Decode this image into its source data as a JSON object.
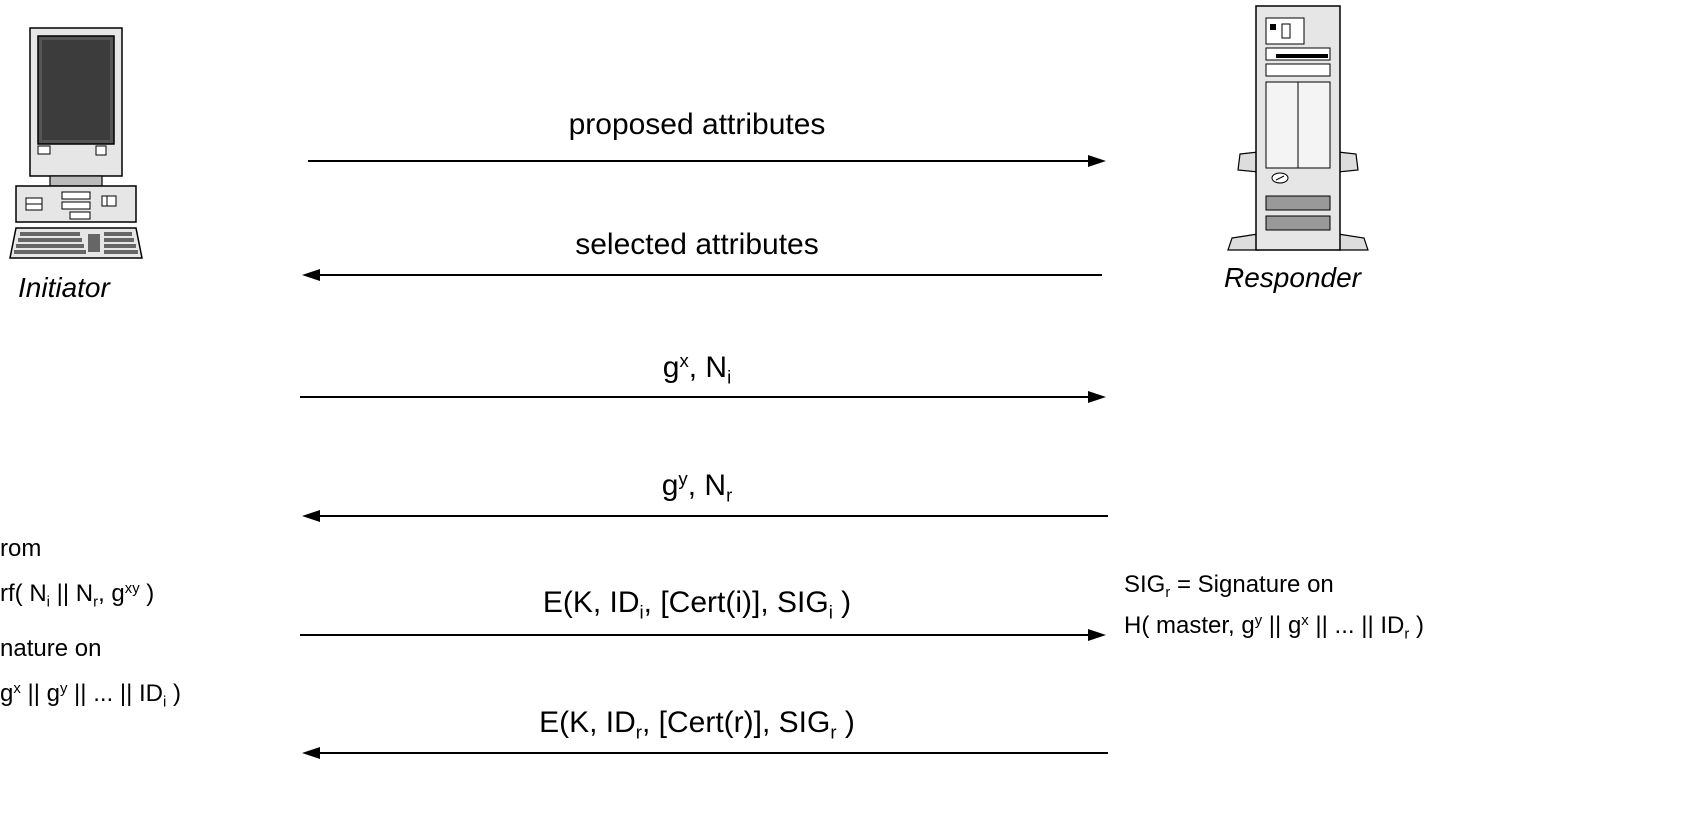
{
  "actors": {
    "initiator_label": "Initiator",
    "responder_label": "Responder"
  },
  "messages": [
    {
      "direction": "right",
      "parts": [
        {
          "t": "proposed attributes"
        }
      ]
    },
    {
      "direction": "left",
      "parts": [
        {
          "t": "selected attributes"
        }
      ]
    },
    {
      "direction": "right",
      "parts": [
        {
          "t": "g"
        },
        {
          "sup": "x"
        },
        {
          "t": ", N"
        },
        {
          "sub": "i"
        }
      ]
    },
    {
      "direction": "left",
      "parts": [
        {
          "t": "g"
        },
        {
          "sup": "y"
        },
        {
          "t": ", N"
        },
        {
          "sub": "r"
        }
      ]
    },
    {
      "direction": "right",
      "parts": [
        {
          "t": "E(K, ID"
        },
        {
          "sub": "i"
        },
        {
          "t": ", [Cert(i)], SIG"
        },
        {
          "sub": "i"
        },
        {
          "t": " )"
        }
      ]
    },
    {
      "direction": "left",
      "parts": [
        {
          "t": "E(K, ID"
        },
        {
          "sub": "r"
        },
        {
          "t": ", [Cert(r)], SIG"
        },
        {
          "sub": "r"
        },
        {
          "t": " )"
        }
      ]
    }
  ],
  "left_notes": [
    [
      {
        "t": "rom"
      }
    ],
    [
      {
        "t": "rf( N"
      },
      {
        "sub": "i"
      },
      {
        "t": " || N"
      },
      {
        "sub": "r"
      },
      {
        "t": ", g"
      },
      {
        "sup": "xy"
      },
      {
        "t": " )"
      }
    ],
    [
      {
        "t": "nature on"
      }
    ],
    [
      {
        "t": "g"
      },
      {
        "sup": "x"
      },
      {
        "t": " || g"
      },
      {
        "sup": "y"
      },
      {
        "t": " || ... || ID"
      },
      {
        "sub": "i"
      },
      {
        "t": " )"
      }
    ]
  ],
  "right_notes": [
    [
      {
        "t": "SIG"
      },
      {
        "sub": "r"
      },
      {
        "t": " = Signature on"
      }
    ],
    [
      {
        "t": "H( master, g"
      },
      {
        "sup": "y"
      },
      {
        "t": " || g"
      },
      {
        "sup": "x"
      },
      {
        "t": " || ... || ID"
      },
      {
        "sub": "r"
      },
      {
        "t": " )"
      }
    ]
  ]
}
